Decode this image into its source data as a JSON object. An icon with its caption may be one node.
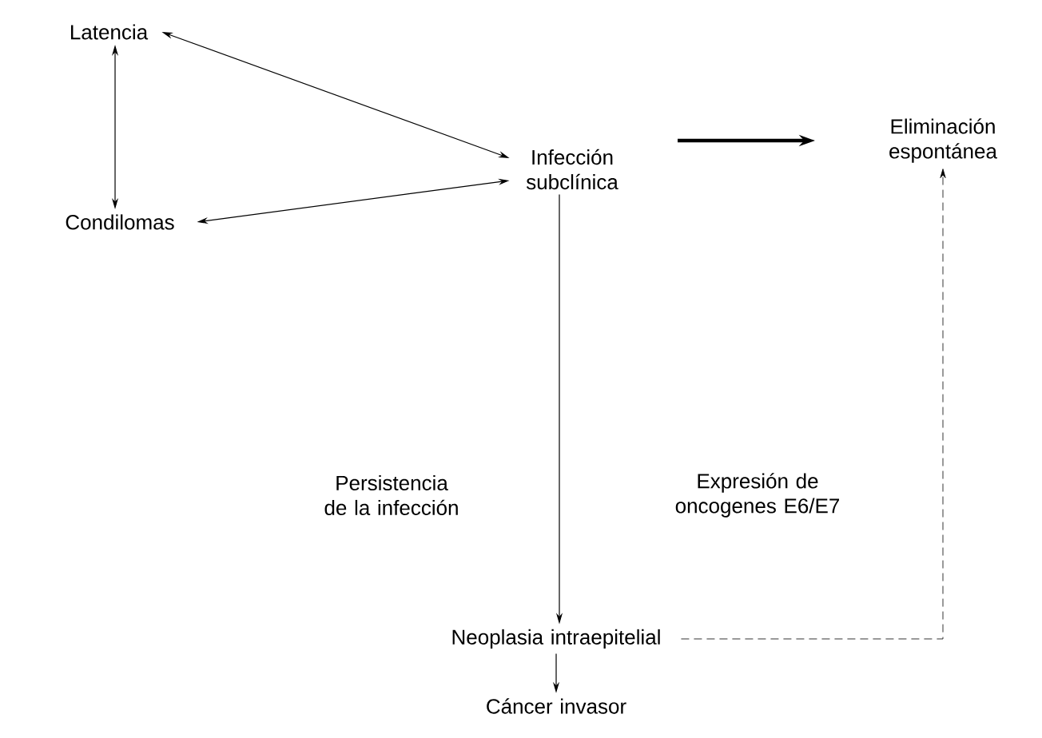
{
  "diagram": {
    "nodes": [
      {
        "text": [
          "Latencia"
        ]
      },
      {
        "text": [
          "Infección subclínica"
        ]
      },
      {
        "text": [
          "Eliminación espontánea"
        ]
      },
      {
        "text": [
          "Condilomas"
        ]
      },
      {
        "text": [
          "Neoplasia intraepitelial"
        ]
      },
      {
        "text": [
          "Cáncer invasor"
        ]
      }
    ],
    "edges": [
      {
        "from": 0,
        "to": 1,
        "arrow": "both"
      },
      {
        "from": 0,
        "to": 3,
        "arrow": "both"
      },
      {
        "from": 3,
        "to": 1,
        "arrow": "both"
      },
      {
        "from": 1,
        "to": 2,
        "arrow": "to",
        "style": "thick"
      },
      {
        "from": 1,
        "to": 4,
        "arrow": "to"
      },
      {
        "from": 4,
        "to": 2,
        "arrow": "to",
        "style": "dashed"
      },
      {
        "from": 4,
        "to": 5,
        "arrow": "to"
      }
    ],
    "labels": [
      "Persistencia de la infección",
      "Expresión de oncogenes E6/E7"
    ]
  }
}
